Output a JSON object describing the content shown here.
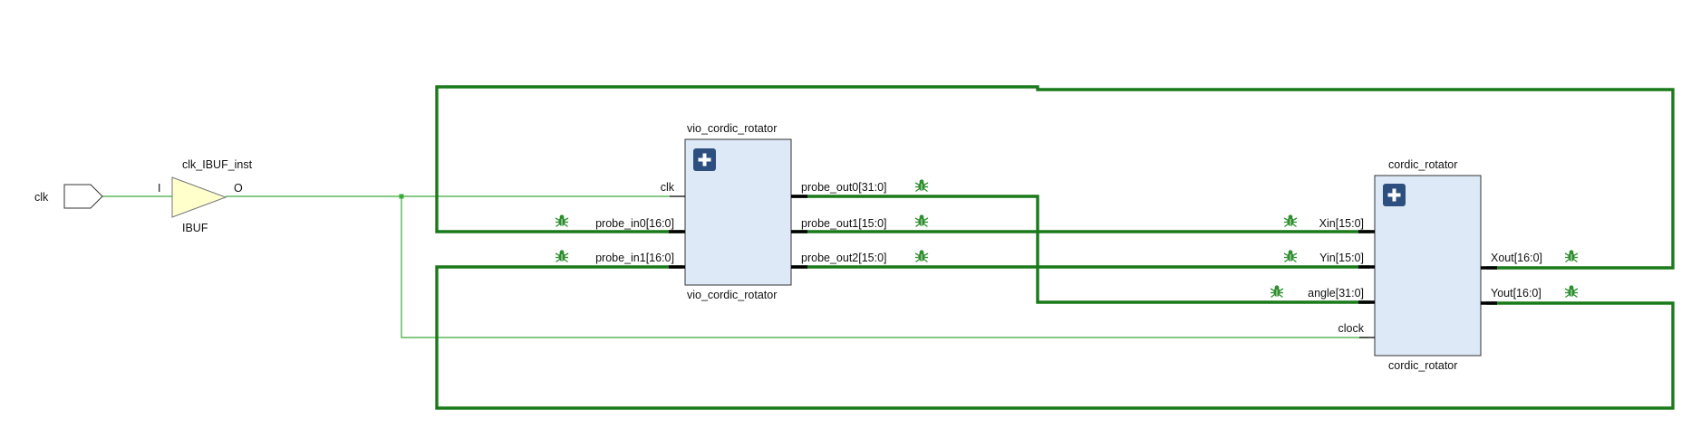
{
  "colors": {
    "bus": "#1a7a1a",
    "thin_net": "#3aaa3a",
    "block_fill": "#dde9f7",
    "buffer_fill": "#ffffcc",
    "expand_button": "#2d4f7f",
    "debug_icon": "#2f8f2f",
    "pin_stub": "#000000"
  },
  "input_port": {
    "label": "clk"
  },
  "buffer": {
    "instance_name": "clk_IBUF_inst",
    "type": "IBUF",
    "input_pin": "I",
    "output_pin": "O"
  },
  "vio_block": {
    "instance_name": "vio_cordic_rotator",
    "cell_name": "vio_cordic_rotator",
    "expand_icon": "plus-icon",
    "left_pins": [
      "clk",
      "probe_in0[16:0]",
      "probe_in1[16:0]"
    ],
    "right_pins": [
      "probe_out0[31:0]",
      "probe_out1[15:0]",
      "probe_out2[15:0]"
    ]
  },
  "cordic_block": {
    "instance_name": "cordic_rotator",
    "cell_name": "cordic_rotator",
    "expand_icon": "plus-icon",
    "left_pins": [
      "Xin[15:0]",
      "Yin[15:0]",
      "angle[31:0]",
      "clock"
    ],
    "right_pins": [
      "Xout[16:0]",
      "Yout[16:0]"
    ]
  },
  "debug_icon_name": "bug-icon"
}
